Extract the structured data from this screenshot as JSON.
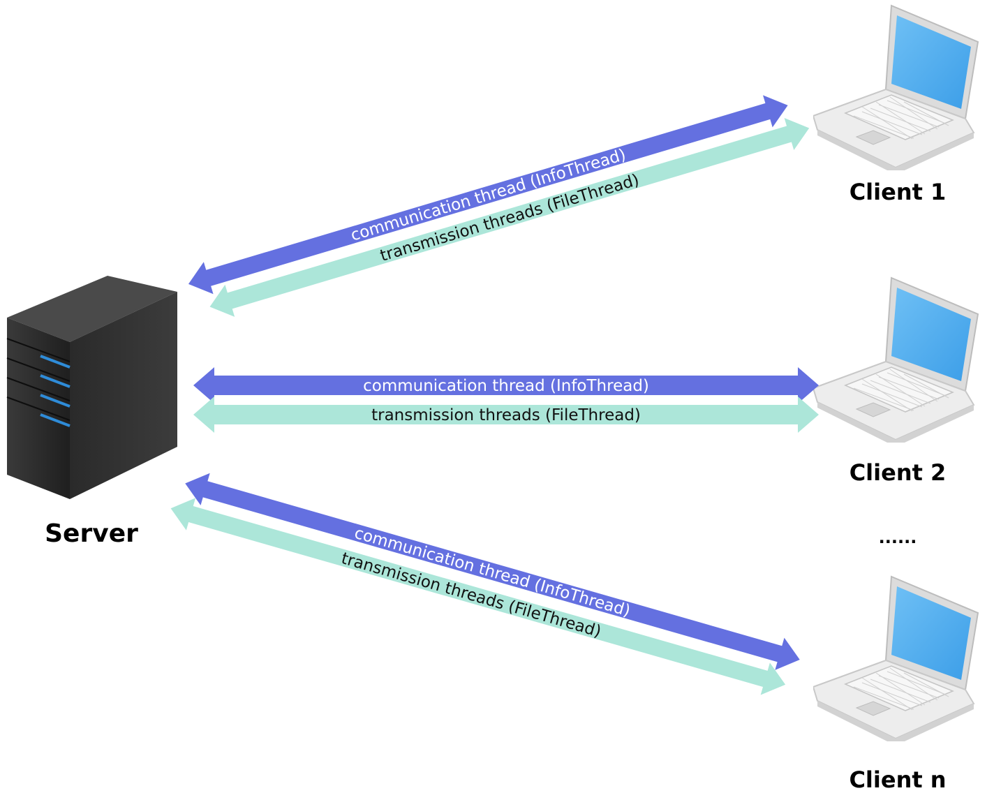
{
  "server": {
    "label": "Server"
  },
  "clients": [
    {
      "label": "Client 1"
    },
    {
      "label": "Client 2"
    },
    {
      "label": "Client n"
    }
  ],
  "ellipsis": "......",
  "connections": [
    {
      "info_label": "communication thread (InfoThread)",
      "file_label": "transmission threads (FileThread)"
    },
    {
      "info_label": "communication thread (InfoThread)",
      "file_label": "transmission threads (FileThread)"
    },
    {
      "info_label": "communication thread (InfoThread)",
      "file_label": "transmission threads (FileThread)"
    }
  ],
  "colors": {
    "info_arrow": "#6470e0",
    "file_arrow": "#ace6d9",
    "laptop_screen": "#58b2ef",
    "laptop_body": "#eeeeee",
    "server_body": "#2b2b2b",
    "server_light": "#2f8cd8"
  },
  "icons": {
    "server": "server-tower-icon",
    "client": "laptop-icon"
  }
}
